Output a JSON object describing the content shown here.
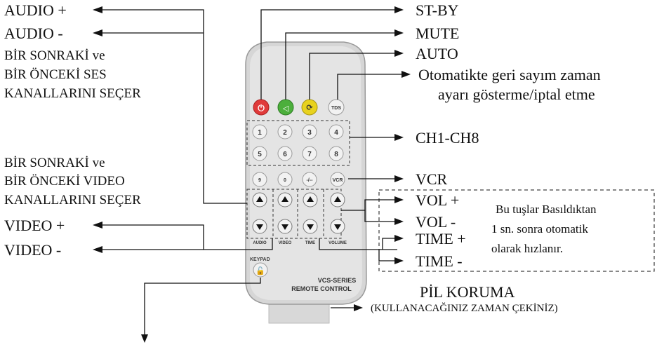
{
  "labels": {
    "audio_plus": "AUDIO +",
    "audio_minus": "AUDIO -",
    "audio_desc": [
      "BİR SONRAKİ ve",
      "BİR ÖNCEKİ SES",
      "KANALLARINI SEÇER"
    ],
    "video_desc": [
      "BİR SONRAKİ ve",
      "BİR ÖNCEKİ VIDEO",
      "KANALLARINI SEÇER"
    ],
    "video_plus": "VIDEO +",
    "video_minus": "VIDEO -",
    "st_by": "ST-BY",
    "mute": "MUTE",
    "auto": "AUTO",
    "tds_desc": [
      "Otomatikte geri sayım zaman",
      "ayarı gösterme/iptal etme"
    ],
    "ch": "CH1-CH8",
    "vcr": "VCR",
    "vol_plus": "VOL +",
    "vol_minus": "VOL -",
    "time_plus": "TIME +",
    "time_minus": "TIME -",
    "note": [
      "Bu tuşlar Basıldıktan",
      "1 sn. sonra otomatik",
      "olarak hızlanır."
    ],
    "pil": "PİL KORUMA",
    "pil_sub": "(KULLANACAĞINIZ ZAMAN ÇEKİNİZ)"
  },
  "remote": {
    "tds": "TDS",
    "digits": [
      "1",
      "2",
      "3",
      "4",
      "5",
      "6",
      "7",
      "8",
      "9",
      "0"
    ],
    "dash": "-/--",
    "vcr": "VCR",
    "col_labels": [
      "AUDIO",
      "VIDEO",
      "TIME",
      "VOLUME"
    ],
    "keypad": "KEYPAD",
    "series": "VCS-SERIES",
    "brand": "REMOTE CONTROL"
  },
  "colors": {
    "power": "#e03a3a",
    "mute": "#4caf3c",
    "auto": "#e8d21e",
    "remote_body": "#d9d9d9",
    "button": "#4a4a4a"
  }
}
